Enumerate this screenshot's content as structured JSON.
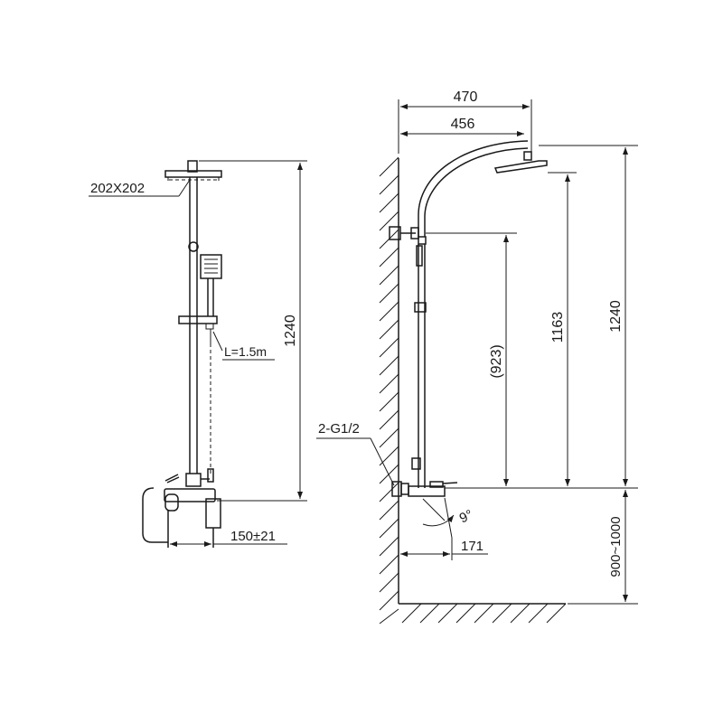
{
  "front_view": {
    "head_size_label": "202X202",
    "hose_length_label": "L=1.5m",
    "height_label": "1240",
    "mixer_offset_label": "150±21"
  },
  "side_view": {
    "arm_outer_label": "470",
    "arm_inner_label": "456",
    "handset_height_label": "(923)",
    "head_height_label": "1163",
    "total_height_label": "1240",
    "connection_label": "2-G1/2",
    "angle_label": "9°",
    "spout_label": "171",
    "install_height_label": "900~1000"
  }
}
